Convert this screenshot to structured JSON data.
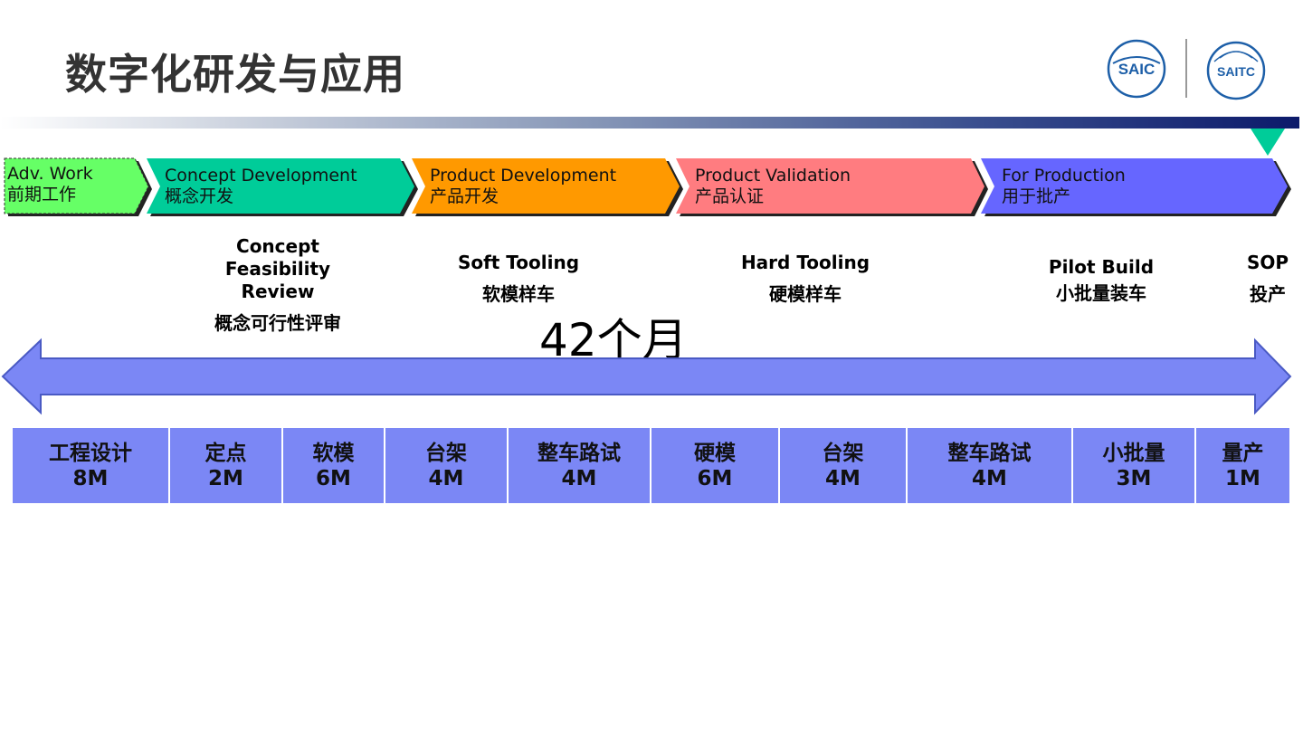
{
  "title": "数字化研发与应用",
  "logos": {
    "left": "SAIC",
    "right": "SAITC"
  },
  "phases": [
    {
      "en": "Adv. Work",
      "cn": "前期工作",
      "color": "#66ff66"
    },
    {
      "en": "Concept Development",
      "cn": "概念开发",
      "color": "#00cc99"
    },
    {
      "en": "Product Development",
      "cn": "产品开发",
      "color": "#ff9900"
    },
    {
      "en": "Product Validation",
      "cn": "产品认证",
      "color": "#ff7c80"
    },
    {
      "en": "For Production",
      "cn": "用于批产",
      "color": "#6666ff"
    }
  ],
  "milestones": [
    {
      "en": "Concept\nFeasibility Review",
      "cn": "概念可行性评审"
    },
    {
      "en": "Soft Tooling",
      "cn": "软模样车"
    },
    {
      "en": "Hard Tooling",
      "cn": "硬模样车"
    },
    {
      "en": "Pilot Build",
      "cn": "小批量装车"
    },
    {
      "en": "SOP",
      "cn": "投产"
    }
  ],
  "duration": "42个月",
  "stages": [
    {
      "name": "工程设计",
      "dur": "8M"
    },
    {
      "name": "定点",
      "dur": "2M"
    },
    {
      "name": "软模",
      "dur": "6M"
    },
    {
      "name": "台架",
      "dur": "4M"
    },
    {
      "name": "整车路试",
      "dur": "4M"
    },
    {
      "name": "硬模",
      "dur": "6M"
    },
    {
      "name": "台架",
      "dur": "4M"
    },
    {
      "name": "整车路试",
      "dur": "4M"
    },
    {
      "name": "小批量",
      "dur": "3M"
    },
    {
      "name": "量产",
      "dur": "1M"
    }
  ],
  "colors": {
    "arrow": "#7b87f5",
    "arrow_stroke": "#4a5ac4",
    "marker": "#00cc99"
  }
}
